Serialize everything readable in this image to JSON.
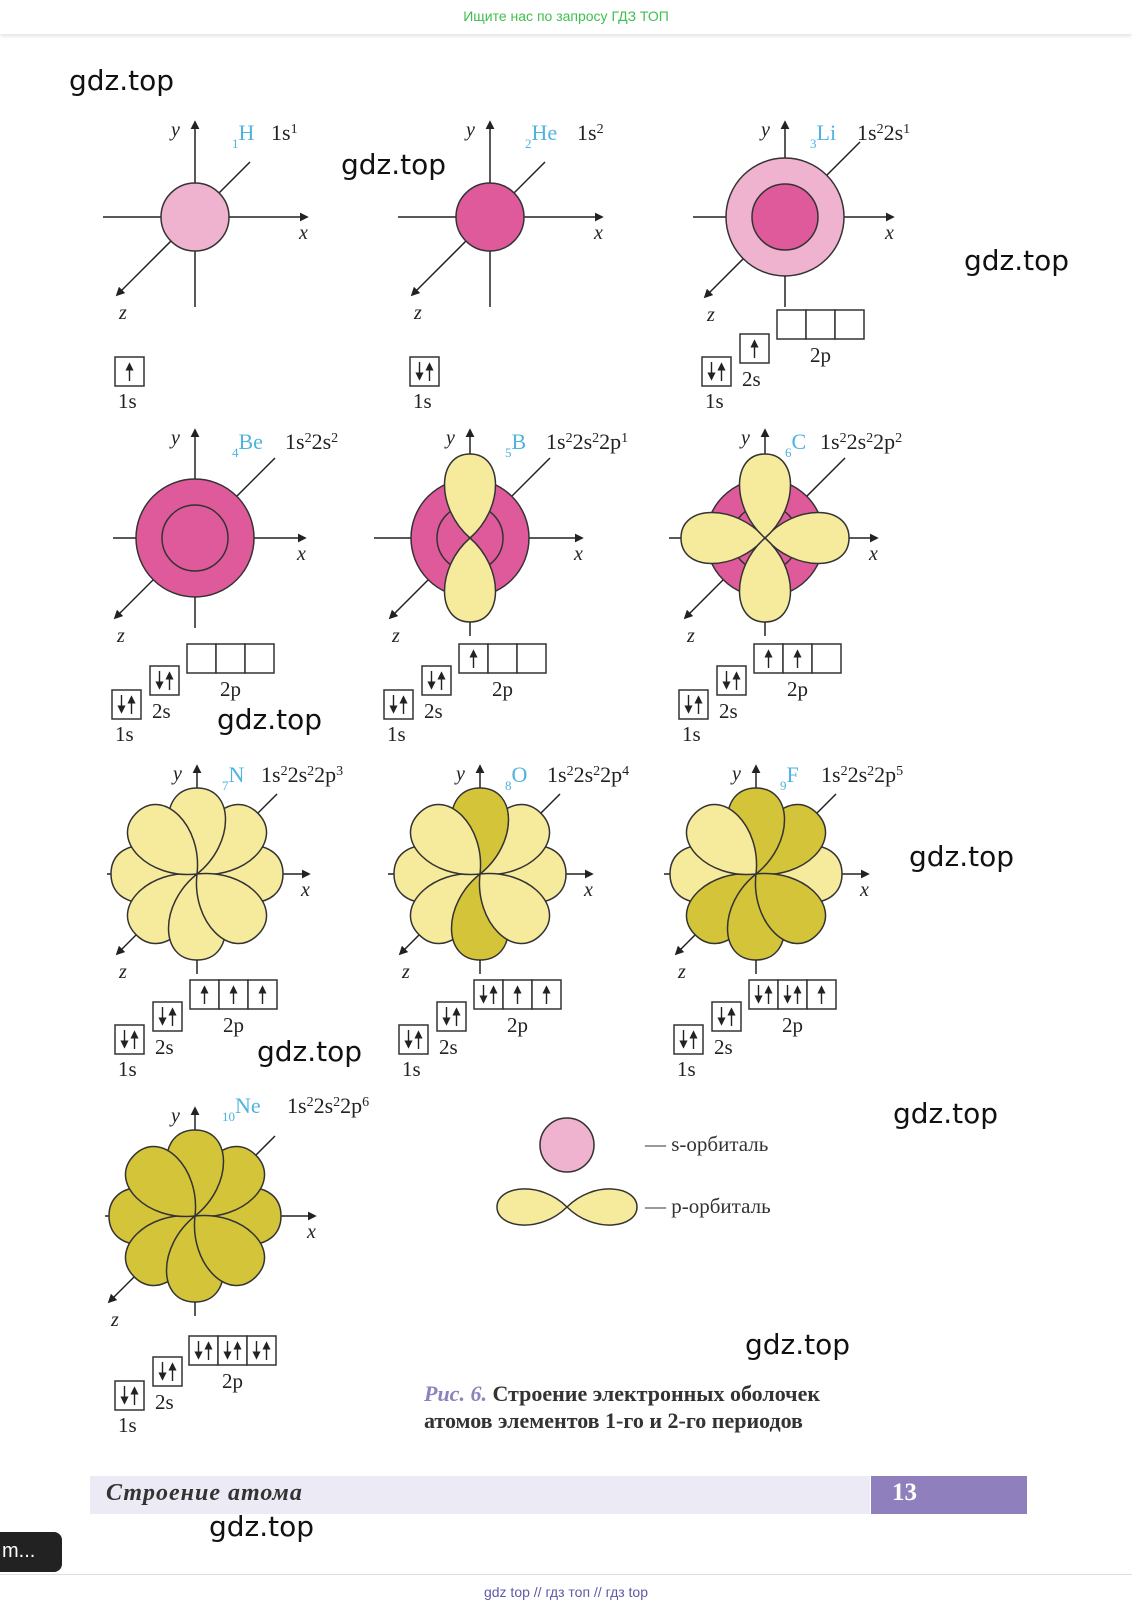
{
  "top_banner": "Ищите нас по запросу ГДЗ ТОП",
  "watermark": "gdz.top",
  "atoms": [
    {
      "sub": "1",
      "sym": "H",
      "config": [
        "1s",
        "1"
      ]
    },
    {
      "sub": "2",
      "sym": "He",
      "config": [
        "1s",
        "2"
      ]
    },
    {
      "sub": "3",
      "sym": "Li",
      "config": [
        "1s",
        "2",
        "2s",
        "1"
      ]
    },
    {
      "sub": "4",
      "sym": "Be",
      "config": [
        "1s",
        "2",
        "2s",
        "2"
      ]
    },
    {
      "sub": "5",
      "sym": "B",
      "config": [
        "1s",
        "2",
        "2s",
        "2",
        "2p",
        "1"
      ]
    },
    {
      "sub": "6",
      "sym": "C",
      "config": [
        "1s",
        "2",
        "2s",
        "2",
        "2p",
        "2"
      ]
    },
    {
      "sub": "7",
      "sym": "N",
      "config": [
        "1s",
        "2",
        "2s",
        "2",
        "2p",
        "3"
      ]
    },
    {
      "sub": "8",
      "sym": "O",
      "config": [
        "1s",
        "2",
        "2s",
        "2",
        "2p",
        "4"
      ]
    },
    {
      "sub": "9",
      "sym": "F",
      "config": [
        "1s",
        "2",
        "2s",
        "2",
        "2p",
        "5"
      ]
    },
    {
      "sub": "10",
      "sym": "Ne",
      "config": [
        "1s",
        "2",
        "2s",
        "2",
        "2p",
        "6"
      ]
    }
  ],
  "axis": {
    "x": "x",
    "y": "y",
    "z": "z"
  },
  "sublevels": {
    "s1": "1s",
    "s2": "2s",
    "p2": "2p"
  },
  "legend": {
    "s": "— s-орбиталь",
    "p": "— p-орбиталь"
  },
  "caption": {
    "fig": "Рис. 6.",
    "line1": "Строение электронных оболочек",
    "line2": "атомов элементов 1-го и 2-го периодов"
  },
  "footer": {
    "title": "Строение атома",
    "page": "13"
  },
  "side_button": "m...",
  "bottom_links": "gdz top  //  гдз топ  //  гдз top",
  "colors": {
    "s_light": "#efb3cf",
    "s_dark": "#df5a9a",
    "p_light": "#f6eb9d",
    "p_dark": "#d4c43a",
    "element": "#4fb3e0",
    "accent": "#8f80bd"
  }
}
